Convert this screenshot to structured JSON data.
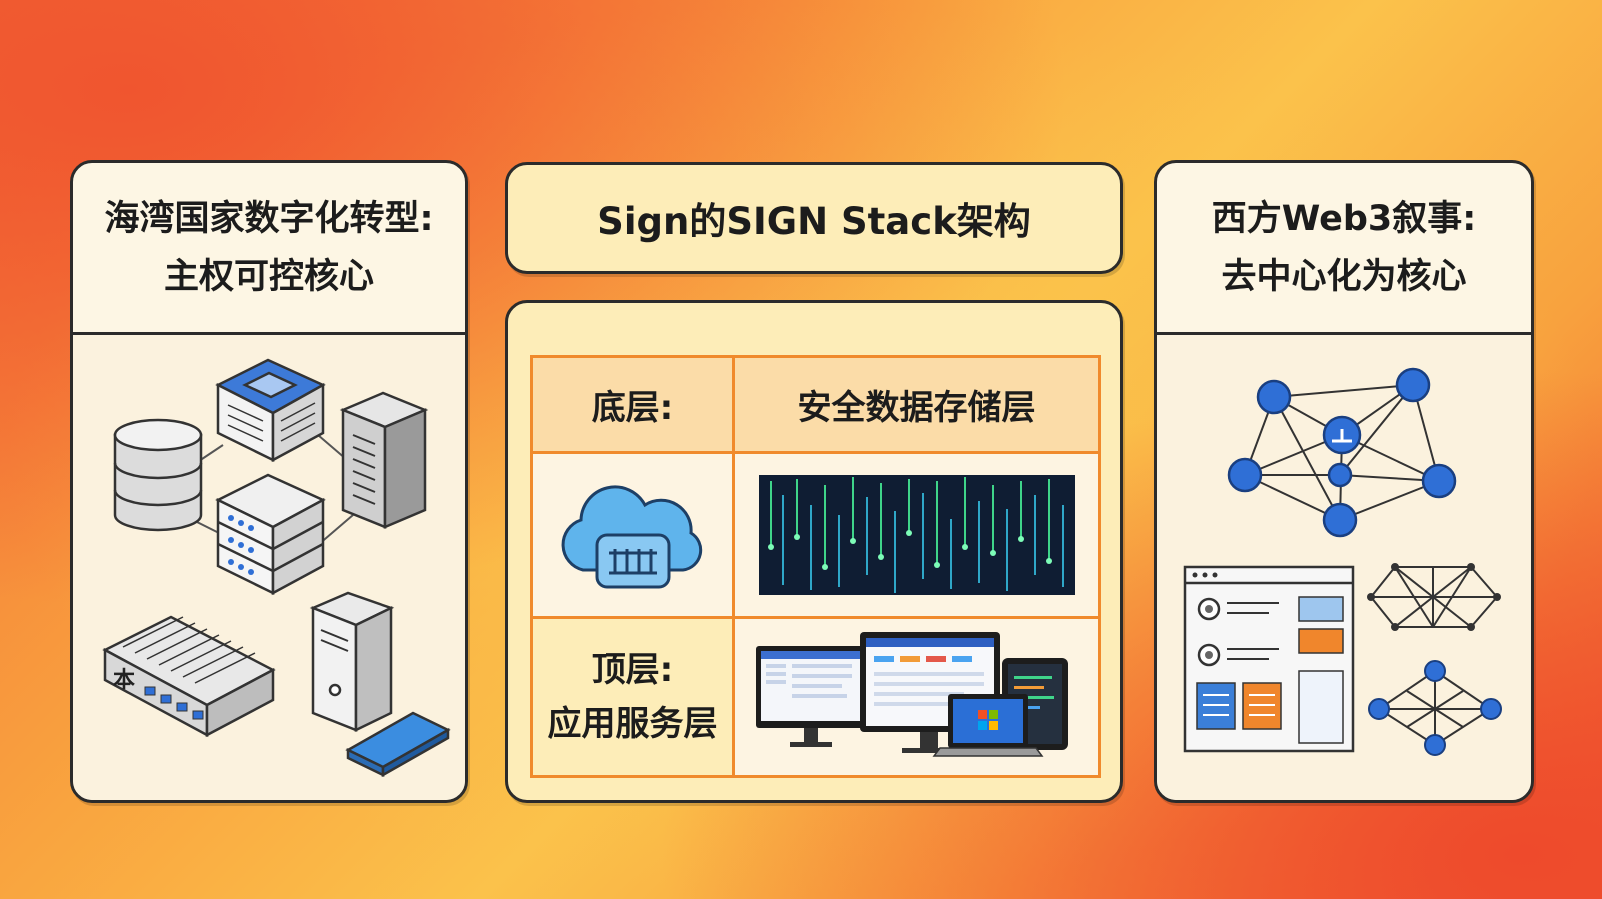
{
  "left_panel": {
    "title_line1": "海湾国家数字化转型:",
    "title_line2": "主权可控核心",
    "keyboard_glyph": "本"
  },
  "center": {
    "title": "Sign的SIGN Stack架构",
    "bottom_label": "底层:",
    "bottom_name": "安全数据存储层",
    "top_label_line1": "顶层:",
    "top_label_line2": "应用服务层"
  },
  "right_panel": {
    "title_line1": "西方Web3叙事:",
    "title_line2": "去中心化为核心"
  },
  "colors": {
    "panel_border": "#2b2b2b",
    "grid_border": "#f08a2c",
    "node_blue": "#2f6fd6",
    "code_green": "#3fd48a"
  },
  "icons": [
    "database-icon",
    "server-icon",
    "server-tower-icon",
    "server-rack-icon",
    "keyboard-icon",
    "pc-tower-icon",
    "cloud-storage-icon",
    "data-matrix-icon",
    "devices-icon",
    "network-graph-icon",
    "dashboard-icon",
    "mesh-icon"
  ]
}
